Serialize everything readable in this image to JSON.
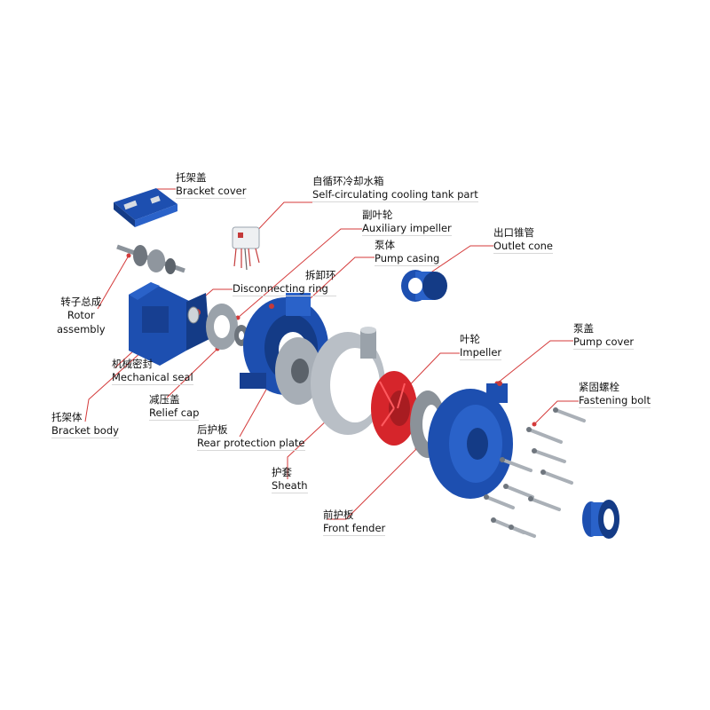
{
  "colors": {
    "pump_blue": "#1d4fb0",
    "pump_blue_dark": "#143b86",
    "impeller_red": "#d6252b",
    "steel": "#b9bfc6",
    "leader_line": "#d43a3a"
  },
  "labels": [
    {
      "id": "bracket-cover",
      "cn": "托架盖",
      "en": "Bracket cover"
    },
    {
      "id": "cooling-tank",
      "cn": "自循环冷却水箱",
      "en": "Self-circulating cooling tank part"
    },
    {
      "id": "auxiliary-impeller",
      "cn": "副叶轮",
      "en": "Auxiliary impeller"
    },
    {
      "id": "outlet-cone",
      "cn": "出口锥管",
      "en": "Outlet cone"
    },
    {
      "id": "pump-casing",
      "cn": "泵体",
      "en": "Pump casing"
    },
    {
      "id": "disconnecting-ring",
      "cn": "拆卸环",
      "en": "Disconnecting ring"
    },
    {
      "id": "rotor-assembly",
      "cn": "转子总成",
      "en": "Rotor",
      "en2": "assembly"
    },
    {
      "id": "impeller",
      "cn": "叶轮",
      "en": "Impeller"
    },
    {
      "id": "pump-cover",
      "cn": "泵盖",
      "en": "Pump cover"
    },
    {
      "id": "mechanical-seal",
      "cn": "机械密封",
      "en": "Mechanical seal"
    },
    {
      "id": "fastening-bolt",
      "cn": "紧固螺栓",
      "en": "Fastening bolt"
    },
    {
      "id": "relief-cap",
      "cn": "减压盖",
      "en": "Relief cap"
    },
    {
      "id": "bracket-body",
      "cn": "托架体",
      "en": "Bracket body"
    },
    {
      "id": "rear-protection-plate",
      "cn": "后护板",
      "en": "Rear protection plate"
    },
    {
      "id": "sheath",
      "cn": "护套",
      "en": "Sheath"
    },
    {
      "id": "front-fender",
      "cn": "前护板",
      "en": "Front fender"
    }
  ]
}
